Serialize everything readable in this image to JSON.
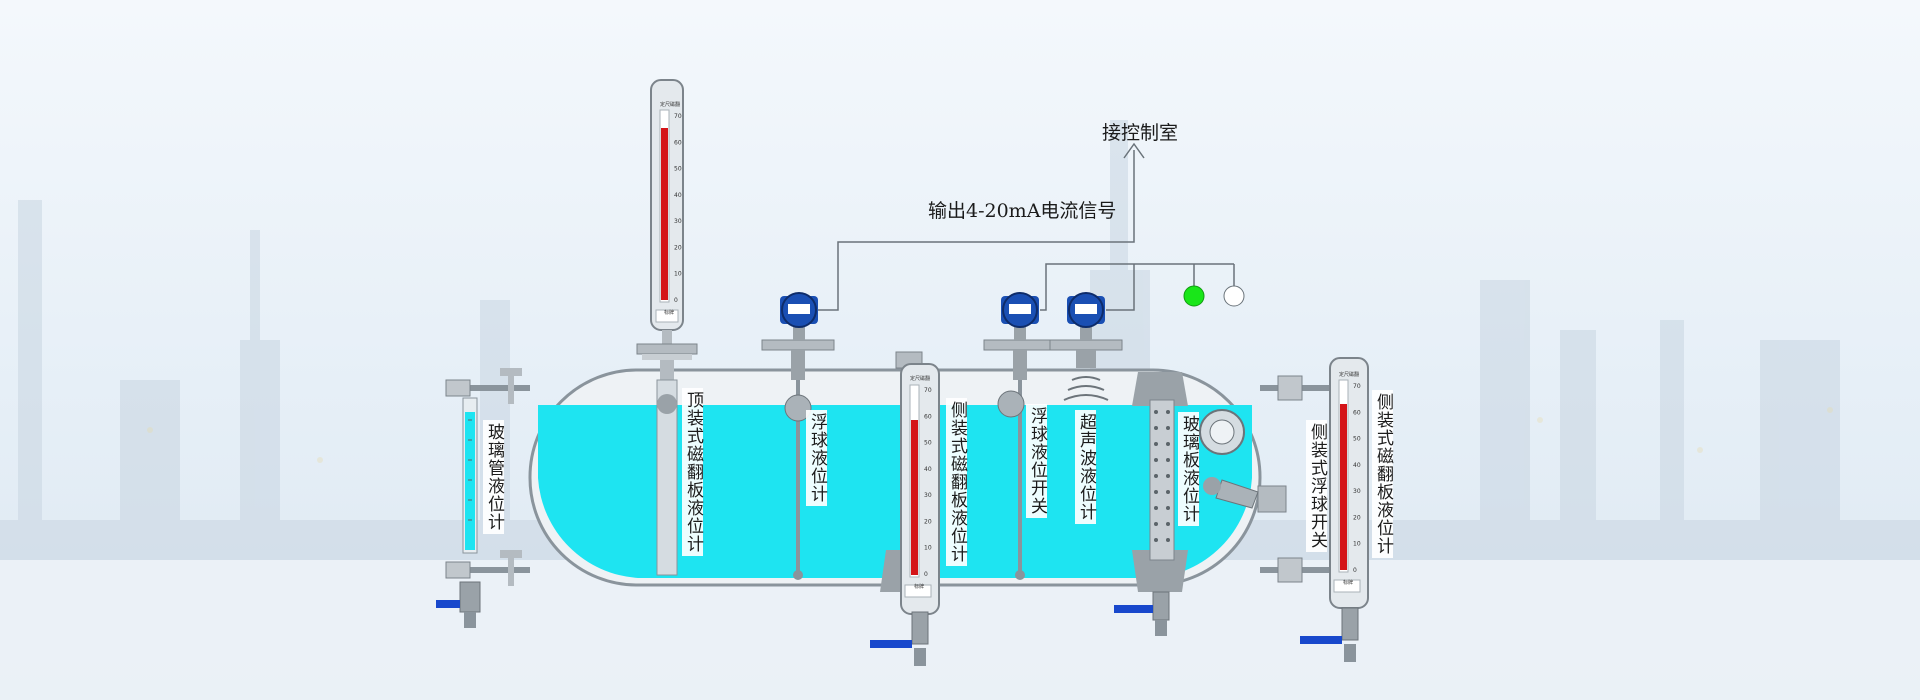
{
  "colors": {
    "liquid": "#1ee4f1",
    "gauge_red": "#d41418",
    "indicator_green": "#19e619",
    "transmitter_blue": "#1a4fb3",
    "valve_handle_blue": "#1848cc"
  },
  "annotations": {
    "control_room": "接控制室",
    "output_signal": "输出4-20mA电流信号"
  },
  "instruments": {
    "glass_tube_gauge": "玻璃管液位计",
    "top_magnetic_flap_gauge": "顶装式磁翻板液位计",
    "float_ball_level_gauge": "浮球液位计",
    "side_magnetic_flap_gauge": "侧装式磁翻板液位计",
    "float_ball_level_switch": "浮球液位开关",
    "ultrasonic_level_gauge": "超声波液位计",
    "glass_plate_gauge": "玻璃板液位计",
    "side_float_ball_switch": "侧装式浮球开关",
    "side_magnetic_flap_gauge_right": "侧装式磁翻板液位计"
  },
  "gauge_scale": {
    "ticks": [
      "0",
      "10",
      "20",
      "30",
      "40",
      "50",
      "60",
      "70"
    ],
    "header": "定尺磁翻",
    "footer": "标牌"
  },
  "icons": [
    "transmitter-head-icon",
    "valve-icon",
    "indicator-light-icon",
    "arrow-up-icon"
  ]
}
